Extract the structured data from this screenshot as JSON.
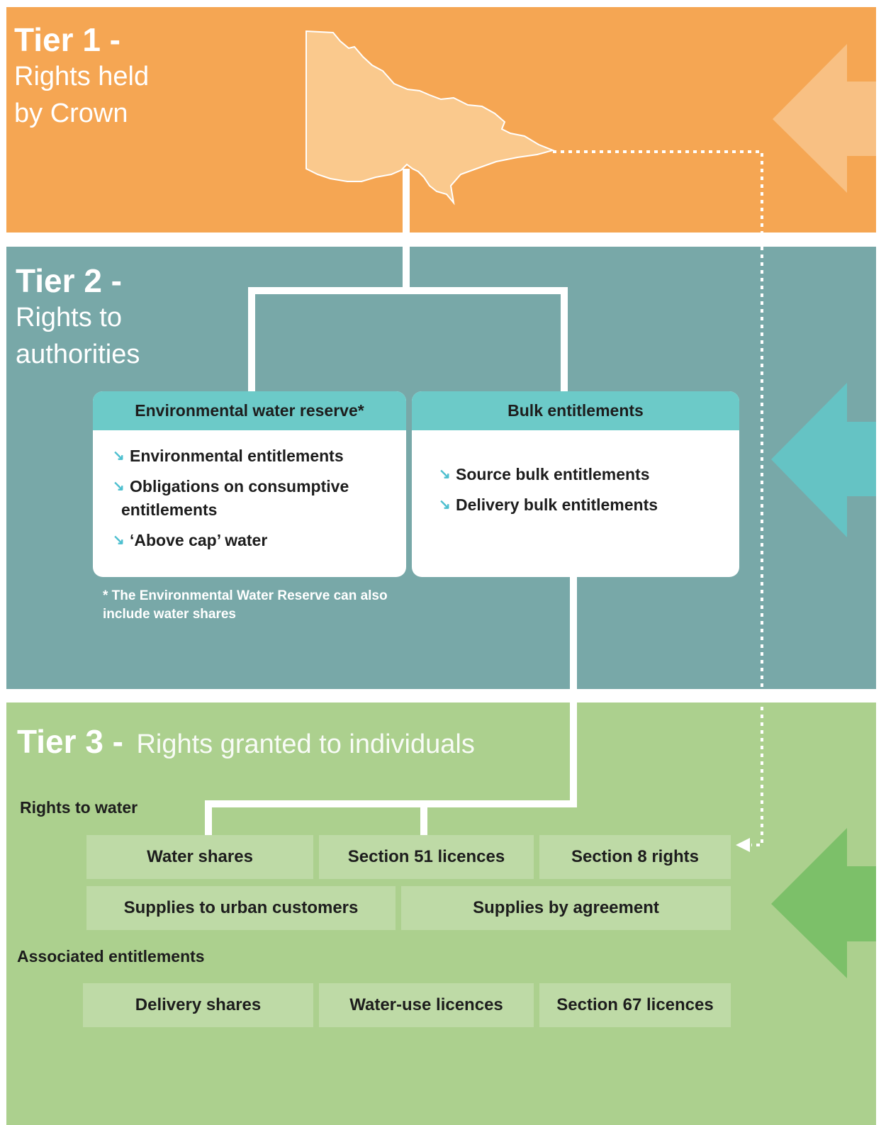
{
  "tier1": {
    "heading": "Tier 1 -",
    "subtitle_line1": "Rights held",
    "subtitle_line2": "by Crown"
  },
  "tier2": {
    "heading": "Tier 2 -",
    "subtitle_line1": "Rights to",
    "subtitle_line2": "authorities",
    "env_reserve": {
      "title": "Environmental water reserve*",
      "items": [
        "Environmental entitlements",
        "Obligations on consumptive",
        "entitlements",
        "‘Above cap’ water"
      ]
    },
    "bulk": {
      "title": "Bulk entitlements",
      "items": [
        "Source bulk entitlements",
        "Delivery bulk entitlements"
      ]
    },
    "footnote_line1": "* The Environmental Water Reserve can also",
    "footnote_line2": "include water shares"
  },
  "tier3": {
    "heading": "Tier 3 -",
    "subtitle": "Rights granted to individuals",
    "rights_label": "Rights to water",
    "rights_row1": [
      "Water shares",
      "Section 51 licences",
      "Section 8 rights"
    ],
    "rights_row2": [
      "Supplies to urban customers",
      "Supplies by agreement"
    ],
    "assoc_label": "Associated entitlements",
    "assoc_row": [
      "Delivery shares",
      "Water-use licences",
      "Section 67 licences"
    ]
  },
  "bullet_glyph": "↘",
  "colors": {
    "tier1": "#f5a653",
    "tier2": "#78a8a8",
    "tier3": "#acd08e",
    "panel_header": "#6ccac8",
    "bullet": "#4cbfcf"
  }
}
